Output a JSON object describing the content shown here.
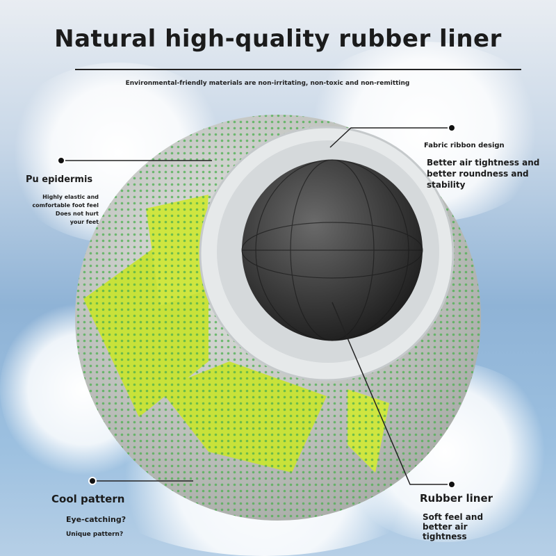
{
  "header": {
    "title": "Natural high-quality rubber liner",
    "subtitle": "Environmental-friendly materials are non-irritating, non-toxic and non-remitting"
  },
  "callouts": {
    "pu": {
      "title": "Pu epidermis",
      "lines": [
        "Highly elastic and",
        "comfortable foot feel",
        "Does not hurt",
        "your feet"
      ]
    },
    "fabric": {
      "title": "Fabric ribbon design",
      "lines": [
        "Better air tightness and",
        "better roundness and",
        "stability"
      ]
    },
    "cool": {
      "title": "Cool pattern",
      "lines": [
        "Eye-catching?",
        "Unique pattern?"
      ]
    },
    "rubber": {
      "title": "Rubber liner",
      "lines": [
        "Soft feel and",
        "better air",
        "tightness"
      ]
    }
  },
  "colors": {
    "ball_grey": "#c9cbc8",
    "panel_green": "#c8e23a",
    "dots": "#4caf50",
    "liner": "#2e2e2e"
  }
}
